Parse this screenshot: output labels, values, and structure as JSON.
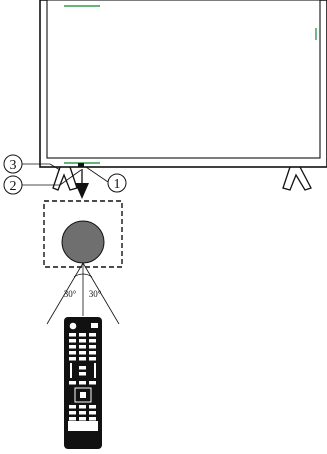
{
  "callouts": [
    {
      "id": "1",
      "text": "1"
    },
    {
      "id": "2",
      "text": "2"
    },
    {
      "id": "3",
      "text": "3"
    }
  ],
  "angles": {
    "left": "30°",
    "right": "30°"
  },
  "colors": {
    "line": "#111111",
    "screen": "#ffffff",
    "accent": "#2e9e4f",
    "sensor": "#6f6f6f",
    "remote_body": "#111111",
    "remote_key": "#ffffff"
  },
  "icons": {
    "tv": "tv-outline-icon",
    "sensor": "ir-sensor-icon",
    "remote": "remote-control-icon",
    "arrow": "arrow-down-icon"
  }
}
